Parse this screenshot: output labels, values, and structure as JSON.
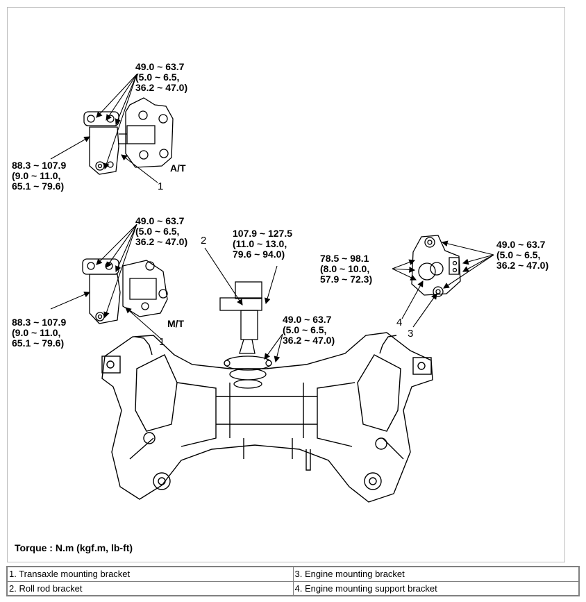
{
  "callouts": {
    "at_top": "49.0 ~ 63.7\n(5.0 ~ 6.5,\n36.2 ~ 47.0)",
    "at_left": "88.3 ~ 107.9\n(9.0 ~ 11.0,\n65.1 ~ 79.6)",
    "at_label": "A/T",
    "at_num": "1",
    "mt_top": "49.0 ~ 63.7\n(5.0 ~ 6.5,\n36.2 ~ 47.0)",
    "mt_left": "88.3 ~ 107.9\n(9.0 ~ 11.0,\n65.1 ~ 79.6)",
    "mt_label": "M/T",
    "mt_num": "1",
    "roll_num": "2",
    "roll_top": "107.9 ~ 127.5\n(11.0 ~ 13.0,\n79.6 ~ 94.0)",
    "roll_bottom": "49.0 ~ 63.7\n(5.0 ~ 6.5,\n36.2 ~ 47.0)",
    "eng_left": "78.5 ~ 98.1\n(8.0 ~ 10.0,\n57.9 ~ 72.3)",
    "eng_right": "49.0 ~ 63.7\n(5.0 ~ 6.5,\n36.2 ~ 47.0)",
    "eng_num4": "4",
    "eng_num3": "3",
    "torque": "Torque : N.m (kgf.m, lb-ft)"
  },
  "legend": {
    "item1": "1. Transaxle mounting bracket",
    "item2": "2. Roll rod bracket",
    "item3": "3. Engine mounting bracket",
    "item4": "4. Engine mounting support bracket"
  }
}
